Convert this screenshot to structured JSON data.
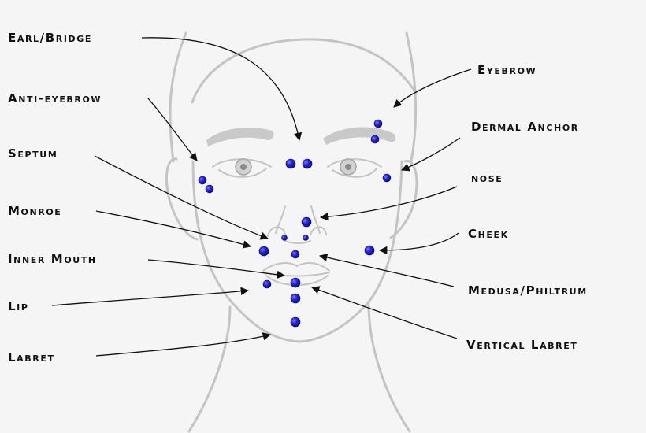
{
  "colors": {
    "background": "#f5f5f5",
    "outline": "#c4c4c4",
    "stud": "#2424d6",
    "label": "#111111"
  },
  "labels": {
    "earl_bridge": "Earl/Bridge",
    "anti_eyebrow": "Anti-eyebrow",
    "septum": "Septum",
    "monroe": "Monroe",
    "inner_mouth": "Inner Mouth",
    "lip": "Lip",
    "labret": "Labret",
    "eyebrow": "Eyebrow",
    "dermal_anchor": "Dermal Anchor",
    "nose": "nose",
    "cheek": "Cheek",
    "medusa_philtrum": "Medusa/Philtrum",
    "vertical_labret": "Vertical Labret"
  }
}
